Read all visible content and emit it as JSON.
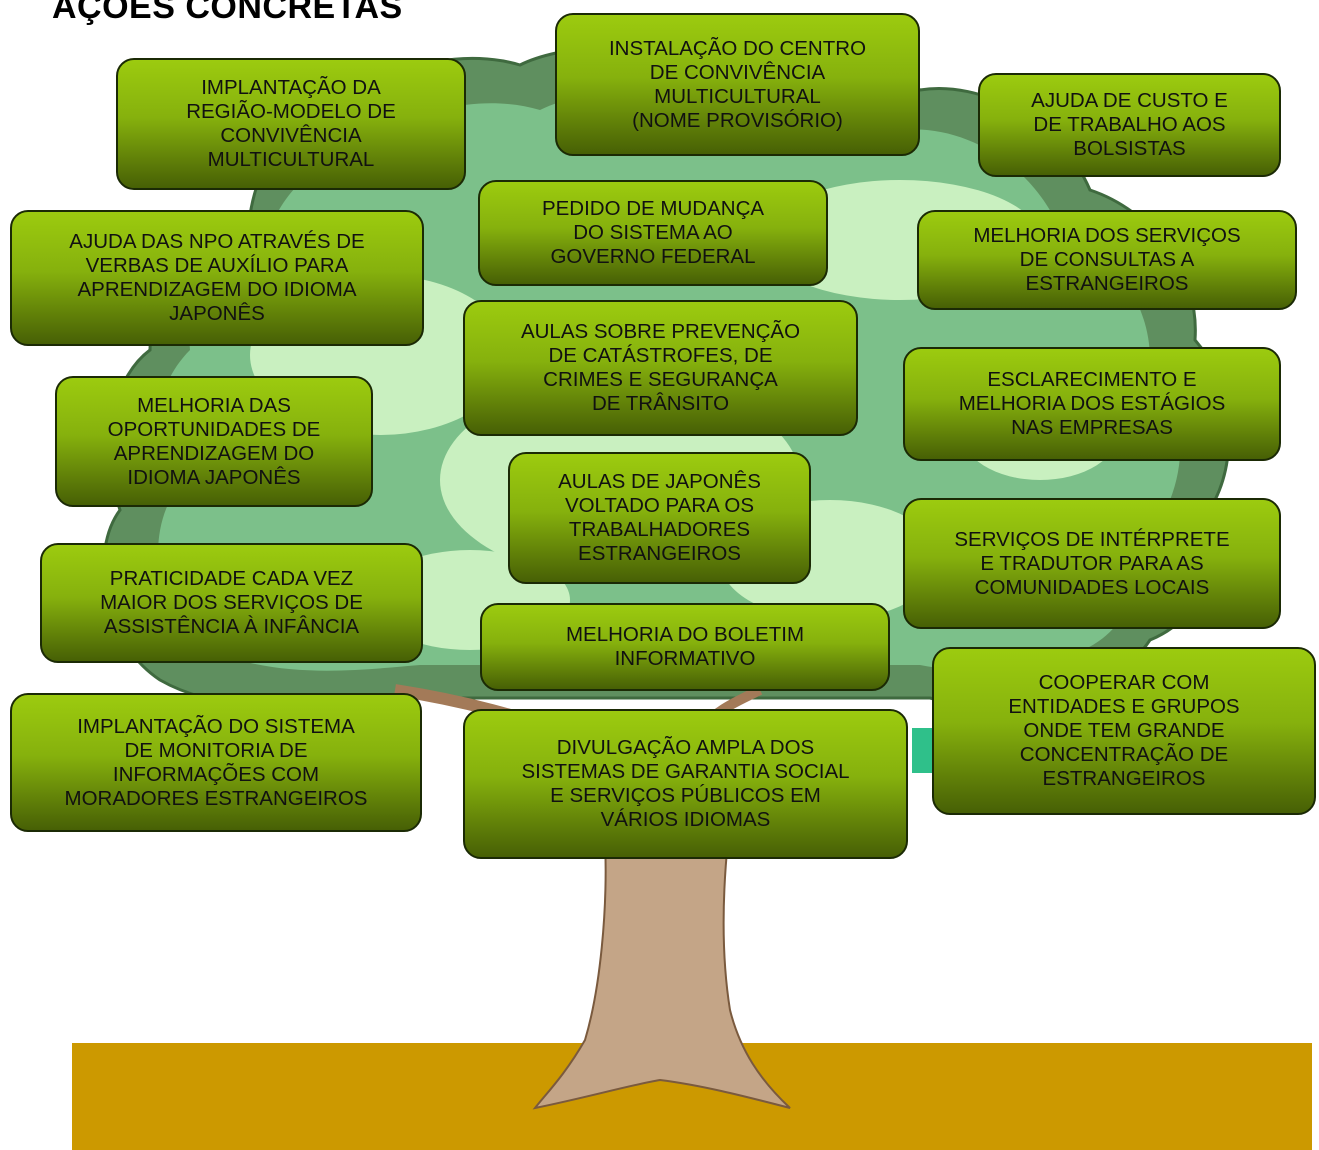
{
  "title": "AÇÕES CONCRETAS",
  "colors": {
    "box_top": "#9ccb0f",
    "box_bottom": "#476005",
    "canopy_dark": "#5f8f5f",
    "canopy_mid": "#7cc08a",
    "canopy_light": "#c9f0c0",
    "trunk": "#c4a587",
    "ground": "#cc9900"
  },
  "actions": [
    "IMPLANTAÇÃO DA\nREGIÃO-MODELO DE\nCONVIVÊNCIA\nMULTICULTURAL",
    "INSTALAÇÃO DO CENTRO\nDE CONVIVÊNCIA\nMULTICULTURAL\n(NOME PROVISÓRIO)",
    "AJUDA DE CUSTO E\nDE TRABALHO AOS\nBOLSISTAS",
    "AJUDA DAS NPO ATRAVÉS  DE\nVERBAS DE AUXÍLIO PARA\nAPRENDIZAGEM DO IDIOMA\nJAPONÊS",
    "PEDIDO DE MUDANÇA\nDO SISTEMA AO\nGOVERNO FEDERAL",
    "MELHORIA DOS SERVIÇOS\nDE CONSULTAS A\nESTRANGEIROS",
    "AULAS SOBRE PREVENÇÃO\nDE CATÁSTROFES, DE\nCRIMES E SEGURANÇA\nDE TRÂNSITO",
    "MELHORIA DAS\nOPORTUNIDADES DE\nAPRENDIZAGEM DO\nIDIOMA JAPONÊS",
    "ESCLARECIMENTO E\nMELHORIA DOS ESTÁGIOS\nNAS EMPRESAS",
    "AULAS DE JAPONÊS\nVOLTADO PARA OS\nTRABALHADORES\nESTRANGEIROS",
    "SERVIÇOS DE INTÉRPRETE\nE TRADUTOR PARA AS\nCOMUNIDADES LOCAIS",
    "PRATICIDADE CADA VEZ\nMAIOR DOS SERVIÇOS DE\nASSISTÊNCIA À INFÂNCIA",
    "MELHORIA DO BOLETIM\nINFORMATIVO",
    "COOPERAR COM\nENTIDADES E GRUPOS\nONDE TEM GRANDE\nCONCENTRAÇÃO DE\nESTRANGEIROS",
    "IMPLANTAÇÃO DO SISTEMA\nDE MONITORIA DE\nINFORMAÇÕES COM\nMORADORES ESTRANGEIROS",
    "DIVULGAÇÃO AMPLA DOS\nSISTEMAS DE GARANTIA SOCIAL\nE SERVIÇOS PÚBLICOS EM\nVÁRIOS IDIOMAS"
  ]
}
